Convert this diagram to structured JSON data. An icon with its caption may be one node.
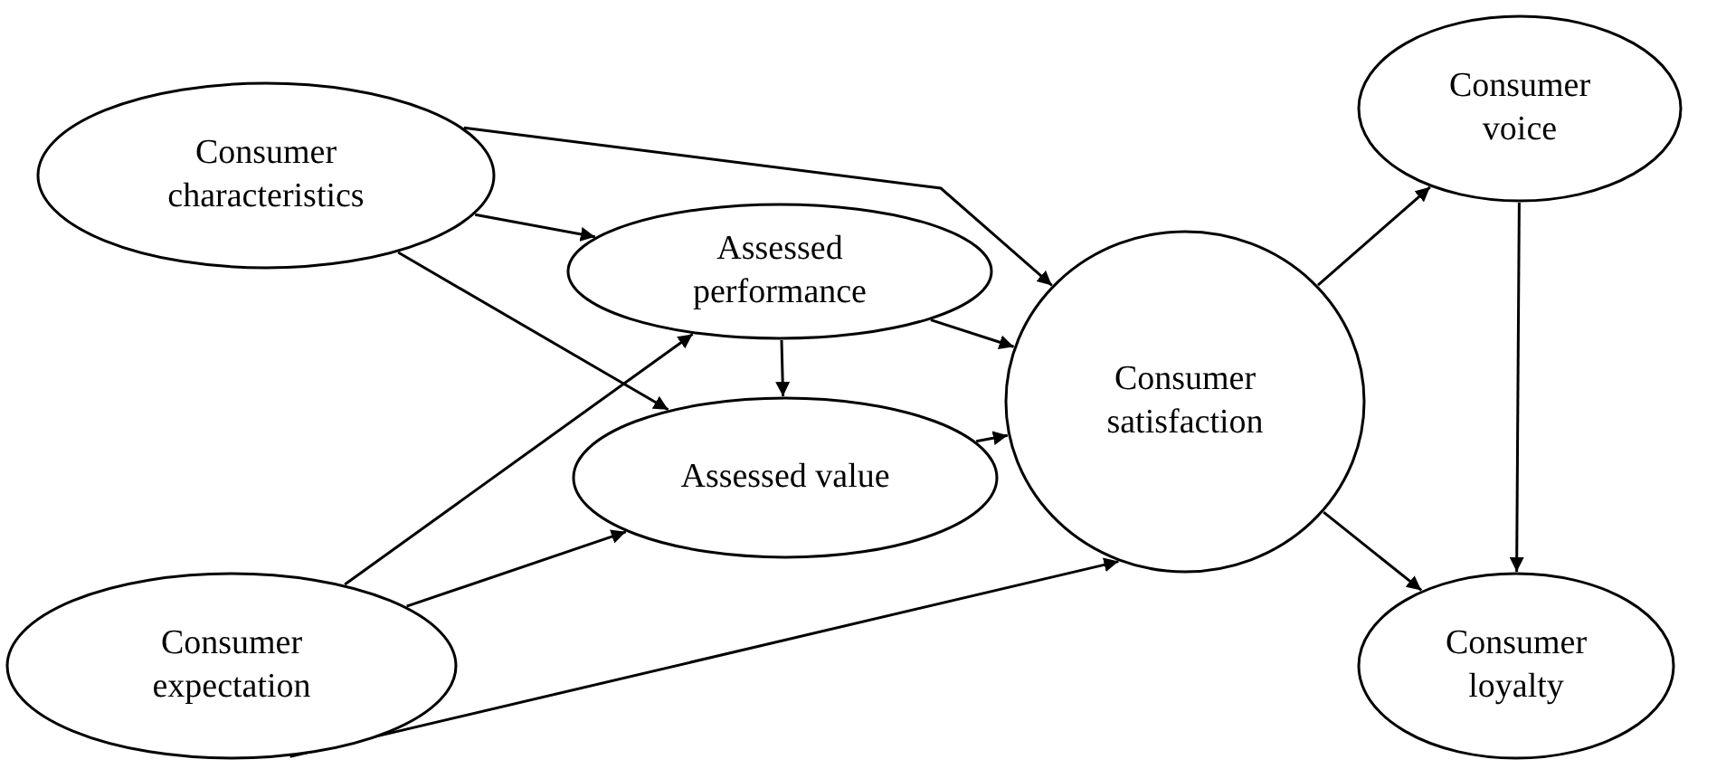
{
  "diagram": {
    "nodes": [
      {
        "text": [
          "Consumer characteristics"
        ]
      },
      {
        "text": [
          "Assessed performance"
        ]
      },
      {
        "text": [
          "Assessed value"
        ]
      },
      {
        "text": [
          "Consumer expectation"
        ]
      },
      {
        "text": [
          "Consumer satisfaction"
        ]
      },
      {
        "text": [
          "Consumer voice"
        ]
      },
      {
        "text": [
          "Consumer loyalty"
        ]
      }
    ],
    "edges": [
      {
        "from": 0,
        "to": 1,
        "arrow": "to"
      },
      {
        "from": 0,
        "to": 4,
        "arrow": "to"
      },
      {
        "from": 0,
        "to": 2,
        "arrow": "to"
      },
      {
        "from": 1,
        "to": 2,
        "arrow": "to"
      },
      {
        "from": 1,
        "to": 4,
        "arrow": "to"
      },
      {
        "from": 3,
        "to": 1,
        "arrow": "to"
      },
      {
        "from": 3,
        "to": 2,
        "arrow": "to"
      },
      {
        "from": 3,
        "to": 4,
        "arrow": "to"
      },
      {
        "from": 2,
        "to": 4,
        "arrow": "to"
      },
      {
        "from": 4,
        "to": 5,
        "arrow": "to"
      },
      {
        "from": 4,
        "to": 6,
        "arrow": "to"
      },
      {
        "from": 5,
        "to": 6,
        "arrow": "to"
      }
    ]
  }
}
